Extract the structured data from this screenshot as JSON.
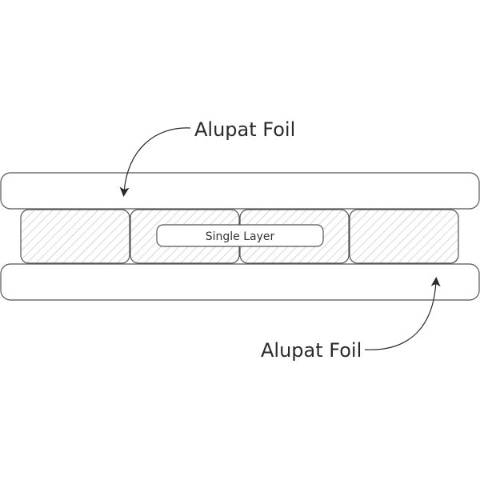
{
  "diagram": {
    "top_label": "Alupat Foil",
    "bottom_label": "Alupat Foil",
    "inner_label": "Single Layer",
    "segments": 4,
    "colors": {
      "stroke": "#555555",
      "hatch": "#bdbdbd",
      "background": "#ffffff"
    }
  }
}
